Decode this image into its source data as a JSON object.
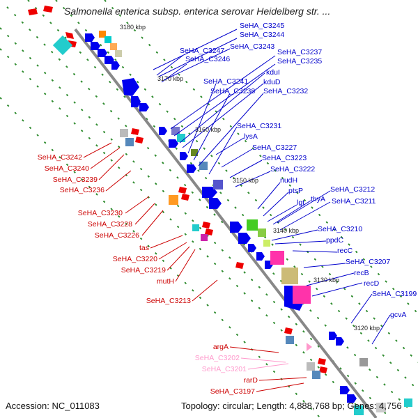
{
  "title": "Salmonella enterica subsp. enterica serovar Heidelberg str. ...",
  "footer": {
    "accession": "Accession: NC_011083",
    "summary": "Topology: circular; Length: 4,888,768 bp; Genes: 4,756"
  },
  "colors": {
    "forward": "#ff0000",
    "reverse": "#0000ff",
    "rna": "#ff99cc",
    "backbone": "#888888"
  },
  "kbp_marks": [
    "3180 kbp",
    "3170 kbp",
    "3160 kbp",
    "3150 kbp",
    "3140 kbp",
    "3130 kbp",
    "3120 kbp"
  ],
  "labels_right": [
    "SeHA_C3245",
    "SeHA_C3244",
    "SeHA_C3243",
    "SeHA_C3247",
    "SeHA_C3246",
    "SeHA_C3237",
    "SeHA_C3235",
    "kduI",
    "kduD",
    "SeHA_C3241",
    "SeHA_C3238",
    "SeHA_C3232",
    "SeHA_C3231",
    "lysA",
    "SeHA_C3227",
    "SeHA_C3223",
    "SeHA_C3222",
    "nudH",
    "ptsP",
    "SeHA_C3212",
    "lgt",
    "thyA",
    "SeHA_C3211",
    "SeHA_C3210",
    "ppdC",
    "recC",
    "SeHA_C3207",
    "recB",
    "recD",
    "SeHA_C3199",
    "gcvA"
  ],
  "labels_left": [
    "SeHA_C3242",
    "SeHA_C3240",
    "SeHA_C3239",
    "SeHA_C3236",
    "SeHA_C3230",
    "SeHA_C3228",
    "SeHA_C3226",
    "tas",
    "SeHA_C3220",
    "SeHA_C3219",
    "mutH",
    "SeHA_C3213",
    "argA",
    "SeHA_C3202",
    "SeHA_C3201",
    "rarD",
    "SeHA_C3197"
  ]
}
